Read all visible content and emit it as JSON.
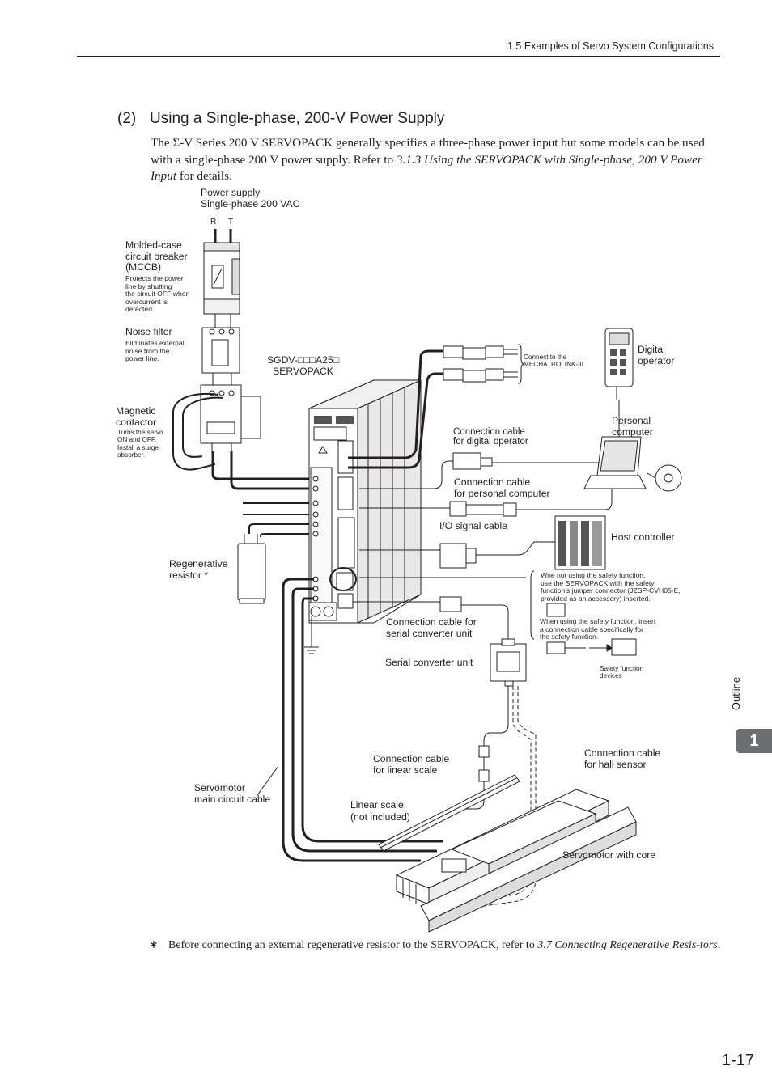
{
  "header": {
    "section": "1.5  Examples of Servo System Configurations"
  },
  "section": {
    "number": "(2)",
    "title": "Using a Single-phase, 200-V Power Supply"
  },
  "intro": {
    "pre": "The Σ-V Series 200 V SERVOPACK generally specifies a three-phase power input but some models can be used with a single-phase 200 V power supply. Refer to ",
    "ref": "3.1.3 Using the SERVOPACK with Single-phase, 200 V Power Input",
    "post": " for details."
  },
  "diagram": {
    "power_supply": "Power supply\nSingle-phase 200 VAC",
    "phase_r": "R",
    "phase_t": "T",
    "mccb_title": "Molded-case\ncircuit breaker\n(MCCB)",
    "mccb_desc": "Protects the power\nline by shutting\nthe circuit OFF when\novercurrent is\ndetected.",
    "noise_filter_title": "Noise filter",
    "noise_filter_desc": "Eliminates external\nnoise from the\npower line.",
    "contactor_title": "Magnetic\ncontactor",
    "contactor_desc": "Turns the servo\nON and OFF.\nInstall a surge\nabsorber.",
    "regen_resistor": "Regenerative\nresistor *",
    "servopack": "SGDV-□□□A25□\nSERVOPACK",
    "mechatrolink": "Connect to the\nMECHATROLINK-III",
    "digital_operator": "Digital\noperator",
    "cable_digital_operator": "Connection cable\nfor digital operator",
    "personal_computer": "Personal\ncomputer",
    "cable_pc": "Connection cable\nfor personal computer",
    "io_cable": "I/O signal cable",
    "host_controller": "Host controller",
    "safety_not_using": "Wne not using the safety function,\nuse the SERVOPACK with the safety\nfunction’s jumper connector (JZSP-CVH05-E,\nprovided as an accessory) inserted.",
    "safety_using": "When using the safety function, insert\na connection cable specifically for\nthe safety function.",
    "safety_devices": "Safety function\ndevices",
    "cable_serial_converter": "Connection cable for\nserial converter unit",
    "serial_converter": "Serial converter unit",
    "cable_linear_scale": "Connection cable\nfor linear scale",
    "cable_hall_sensor": "Connection cable\nfor hall sensor",
    "linear_scale": "Linear scale\n(not included)",
    "main_circuit_cable": "Servomotor\nmain circuit cable",
    "servomotor": "Servomotor with core"
  },
  "footnote": {
    "marker": "∗",
    "pre": "Before connecting an external regenerative resistor to the SERVOPACK, refer to ",
    "ref": "3.7 Connecting Regenerative Resis-tors",
    "post": "."
  },
  "side_tab": {
    "label": "Outline",
    "chapter": "1"
  },
  "page_number": "1-17"
}
